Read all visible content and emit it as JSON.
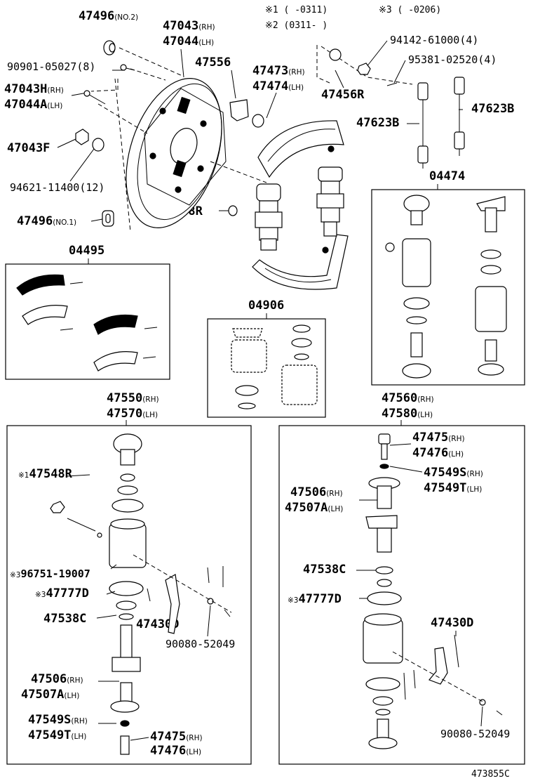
{
  "notes": {
    "n1": "※1 (    -0311)",
    "n3": "※3 (      -0206)",
    "n2": "※2 (0311-    )"
  },
  "labels": {
    "l_47496_no2": "47496",
    "l_47496_no2_sub": "(NO.2)",
    "l_47043_rh": "47043",
    "l_47043_rh_sub": "(RH)",
    "l_47044_lh": "47044",
    "l_47044_lh_sub": "(LH)",
    "l_90901": "90901-05027(8)",
    "l_47556": "47556",
    "l_47473": "47473",
    "l_47473_sub": "(RH)",
    "l_47474": "47474",
    "l_47474_sub": "(LH)",
    "l_47456r": "47456R",
    "l_94142": "94142-61000(4)",
    "l_95381": "95381-02520(4)",
    "l_47043h": "47043H",
    "l_47043h_sub": "(RH)",
    "l_47044a": "47044A",
    "l_47044a_sub": "(LH)",
    "l_47623b_a": "47623B",
    "l_47623b_b": "47623B",
    "l_47043f": "47043F",
    "l_94621": "94621-11400(12)",
    "l_04474": "04474",
    "l_47548r_top": "47548R",
    "l_47548r_top_mark": "※2",
    "l_47496_no1": "47496",
    "l_47496_no1_sub": "(NO.1)",
    "l_04495": "04495",
    "l_04906": "04906",
    "l_47550": "47550",
    "l_47550_sub": "(RH)",
    "l_47570": "47570",
    "l_47570_sub": "(LH)",
    "l_47560": "47560",
    "l_47560_sub": "(RH)",
    "l_47580": "47580",
    "l_47580_sub": "(LH)",
    "l_47548r_left": "47548R",
    "l_47548r_left_mark": "※1",
    "l_96751": "96751-19007",
    "l_96751_mark": "※3",
    "l_47777d_left": "47777D",
    "l_47777d_left_mark": "※3",
    "l_47538c_left": "47538C",
    "l_47430d_left": "47430D",
    "l_90080_left": "90080-52049",
    "l_47506_left": "47506",
    "l_47506_left_sub": "(RH)",
    "l_47507a_left": "47507A",
    "l_47507a_left_sub": "(LH)",
    "l_47549s_left": "47549S",
    "l_47549s_left_sub": "(RH)",
    "l_47549t_left": "47549T",
    "l_47549t_left_sub": "(LH)",
    "l_47475_left": "47475",
    "l_47475_left_sub": "(RH)",
    "l_47476_left": "47476",
    "l_47476_left_sub": "(LH)",
    "l_47475_right": "47475",
    "l_47475_right_sub": "(RH)",
    "l_47476_right": "47476",
    "l_47476_right_sub": "(LH)",
    "l_47549s_right": "47549S",
    "l_47549s_right_sub": "(RH)",
    "l_47549t_right": "47549T",
    "l_47549t_right_sub": "(LH)",
    "l_47506_right": "47506",
    "l_47506_right_sub": "(RH)",
    "l_47507a_right": "47507A",
    "l_47507a_right_sub": "(LH)",
    "l_47538c_right": "47538C",
    "l_47777d_right": "47777D",
    "l_47777d_right_mark": "※3",
    "l_47430d_right": "47430D",
    "l_90080_right": "90080-52049",
    "l_footer": "473855C"
  }
}
